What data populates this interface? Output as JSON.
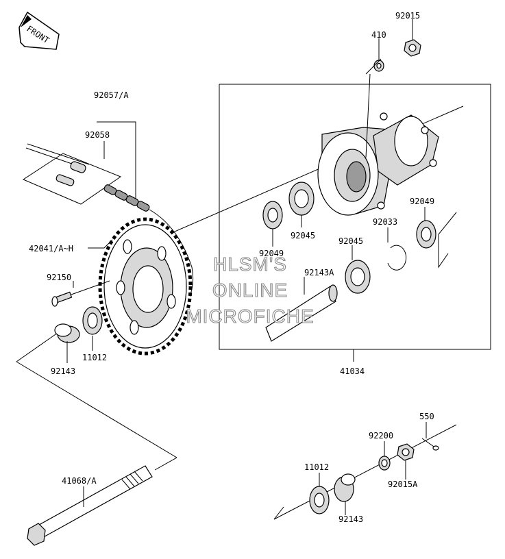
{
  "front_arrow": {
    "text": "FRONT"
  },
  "watermark": {
    "line1": "HLSM'S",
    "line2": "ONLINE",
    "line3": "MICROFICHE"
  },
  "parts": {
    "p92015": "92015",
    "p410": "410",
    "p92057": "92057/A",
    "p92058": "92058",
    "p42041": "42041/A~H",
    "p92150": "92150",
    "p92049a": "92049",
    "p92045a": "92045",
    "p92049b": "92049",
    "p92033": "92033",
    "p92045b": "92045",
    "p92143A": "92143A",
    "p11012a": "11012",
    "p92143a": "92143",
    "p41034": "41034",
    "p550": "550",
    "p92200": "92200",
    "p11012b": "11012",
    "p92015A": "92015A",
    "p92143b": "92143",
    "p41068": "41068/A"
  }
}
